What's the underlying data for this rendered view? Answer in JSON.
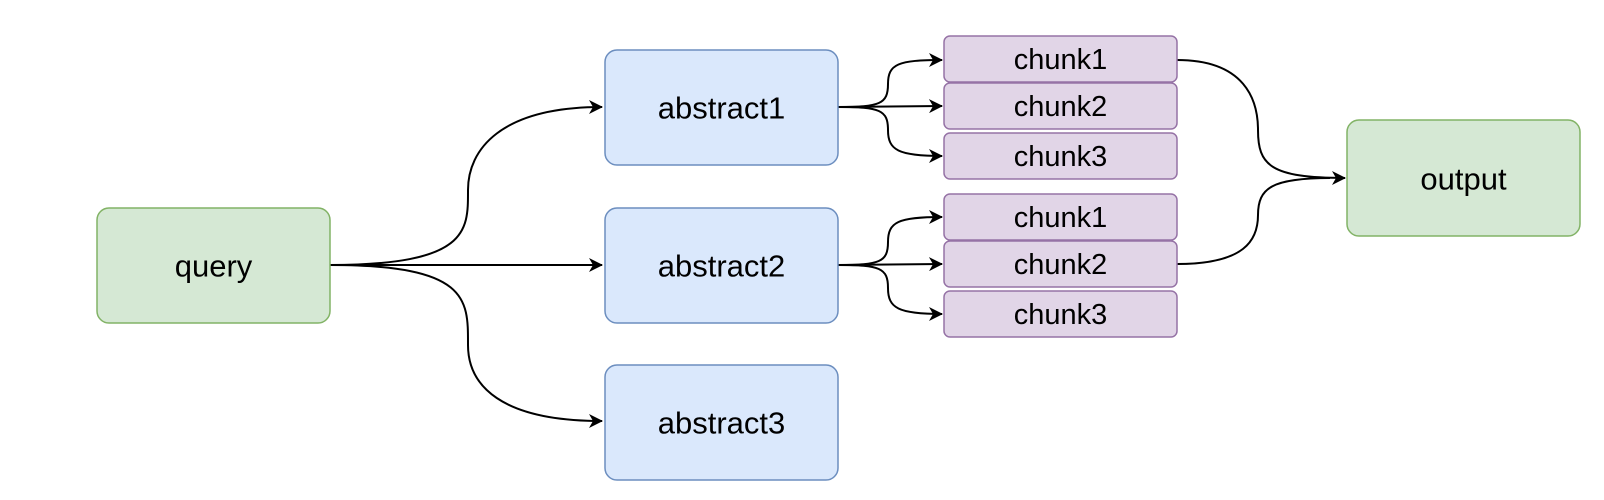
{
  "nodes": {
    "query": {
      "label": "query",
      "fill": "#d5e8d4",
      "stroke": "#82b366"
    },
    "abstract1": {
      "label": "abstract1",
      "fill": "#dae8fc",
      "stroke": "#6c8ebf"
    },
    "abstract2": {
      "label": "abstract2",
      "fill": "#dae8fc",
      "stroke": "#6c8ebf"
    },
    "abstract3": {
      "label": "abstract3",
      "fill": "#dae8fc",
      "stroke": "#6c8ebf"
    },
    "group1": [
      {
        "label": "chunk1"
      },
      {
        "label": "chunk2"
      },
      {
        "label": "chunk3"
      }
    ],
    "group2": [
      {
        "label": "chunk1"
      },
      {
        "label": "chunk2"
      },
      {
        "label": "chunk3"
      }
    ],
    "output": {
      "label": "output",
      "fill": "#d5e8d4",
      "stroke": "#82b366"
    }
  },
  "chunk_style": {
    "fill": "#e1d5e7",
    "stroke": "#9673a6"
  },
  "edges": [
    {
      "from": "query",
      "to": "abstract1"
    },
    {
      "from": "query",
      "to": "abstract2"
    },
    {
      "from": "query",
      "to": "abstract3"
    },
    {
      "from": "abstract1",
      "to": "group1.chunk1"
    },
    {
      "from": "abstract1",
      "to": "group1.chunk2"
    },
    {
      "from": "abstract1",
      "to": "group1.chunk3"
    },
    {
      "from": "abstract2",
      "to": "group2.chunk1"
    },
    {
      "from": "abstract2",
      "to": "group2.chunk2"
    },
    {
      "from": "abstract2",
      "to": "group2.chunk3"
    },
    {
      "from": "group1.chunk1",
      "to": "output"
    },
    {
      "from": "group2.chunk2",
      "to": "output"
    }
  ]
}
